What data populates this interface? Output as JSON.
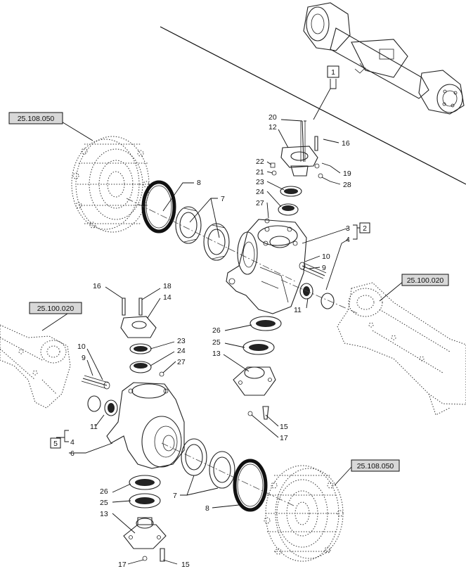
{
  "references": {
    "hub_top_left": "25.108.050",
    "axle_left": "25.100.020",
    "axle_right": "25.100.020",
    "hub_bottom_right": "25.108.050"
  },
  "boxed_callouts": {
    "assembly": "1",
    "upper_kit": "2",
    "lower_kit": "5"
  },
  "callouts": {
    "c20": "20",
    "c12": "12",
    "c16a": "16",
    "c22": "22",
    "c21": "21",
    "c19": "19",
    "c23a": "23",
    "c28": "28",
    "c24a": "24",
    "c27a": "27",
    "c8a": "8",
    "c7a": "7",
    "c3": "3",
    "c4a": "4",
    "c10a": "10",
    "c9a": "9",
    "c11a": "11",
    "c26a": "26",
    "c25a": "25",
    "c13a": "13",
    "c15a": "15",
    "c17a": "17",
    "c16b": "16",
    "c18": "18",
    "c14": "14",
    "c23b": "23",
    "c24b": "24",
    "c27b": "27",
    "c10b": "10",
    "c9b": "9",
    "c11b": "11",
    "c4b": "4",
    "c6": "6",
    "c7b": "7",
    "c8b": "8",
    "c26b": "26",
    "c25b": "25",
    "c13b": "13",
    "c17b": "17",
    "c15b": "15"
  }
}
